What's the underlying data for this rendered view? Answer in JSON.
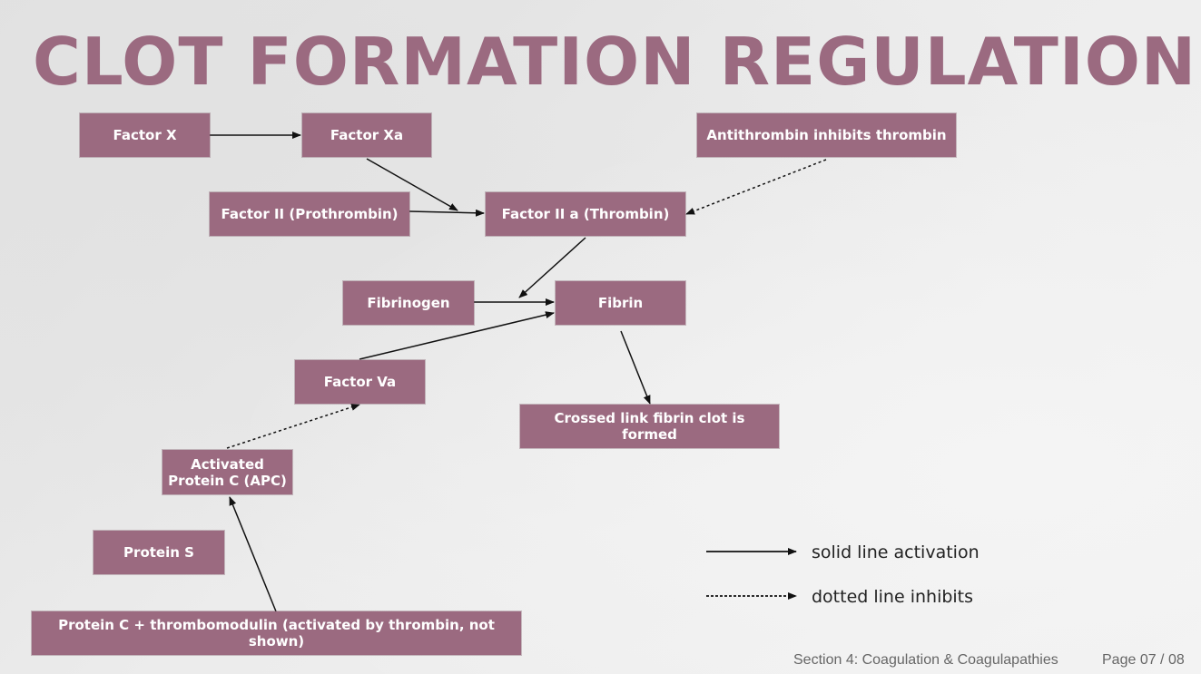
{
  "title": "CLOT FORMATION REGULATION",
  "colors": {
    "box_fill": "#9b6a80",
    "title": "#9b6a80",
    "box_text": "#ffffff",
    "arrow": "#111111"
  },
  "nodes": {
    "factor_x": "Factor X",
    "factor_xa": "Factor Xa",
    "antithrombin": "Antithrombin inhibits thrombin",
    "factor_ii": "Factor II (Prothrombin)",
    "factor_iia": "Factor II a (Thrombin)",
    "fibrinogen": "Fibrinogen",
    "fibrin": "Fibrin",
    "factor_va": "Factor Va",
    "crosslink": "Crossed link fibrin clot is formed",
    "apc_line1": "Activated",
    "apc_line2": "Protein C (APC)",
    "protein_s": "Protein S",
    "protein_c": "Protein C + thrombomodulin (activated by thrombin, not shown)"
  },
  "legend": {
    "solid": "solid line activation",
    "dotted": "dotted line inhibits"
  },
  "footer": {
    "section": "Section 4: Coagulation & Coagulapathies",
    "page": "Page 07 / 08"
  }
}
